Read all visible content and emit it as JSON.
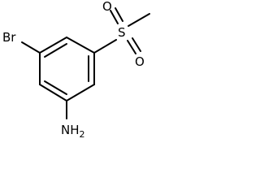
{
  "molecule": {
    "atoms": {
      "bromine": "Br",
      "sulfur": "S",
      "oxygen_top": "O",
      "oxygen_bottom": "O",
      "amine": "NH",
      "amine_subscript": "2"
    }
  }
}
